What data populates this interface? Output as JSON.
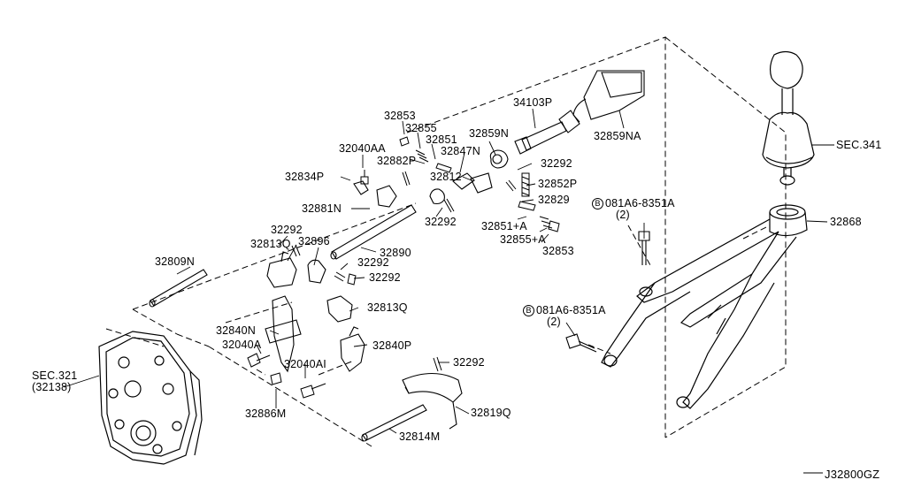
{
  "diagram_id": "J32800GZ",
  "labels": {
    "p32853_top": "32853",
    "p32855_top": "32855",
    "p32851": "32851",
    "p32040AA": "32040AA",
    "p32882P": "32882P",
    "p32847N": "32847N",
    "p32859N": "32859N",
    "p34103P": "34103P",
    "p32859NA": "32859NA",
    "p32834P": "32834P",
    "p32812": "32812",
    "p32292_a": "32292",
    "p32852P": "32852P",
    "p32829": "32829",
    "p32881N": "32881N",
    "p32292_b": "32292",
    "p32851A": "32851+A",
    "p32855A": "32855+A",
    "p32853_bot": "32853",
    "p32292_c": "32292",
    "p32813Q_a": "32813Q",
    "p32896": "32896",
    "p32890": "32890",
    "p32292_d": "32292",
    "p32292_e": "32292",
    "p32809N": "32809N",
    "p32813Q_b": "32813Q",
    "p32840N": "32840N",
    "p32040A": "32040A",
    "p32840P": "32840P",
    "p32040AI": "32040AI",
    "p32292_f": "32292",
    "p32886M": "32886M",
    "p32819Q": "32819Q",
    "p32814M": "32814M",
    "p32868": "32868",
    "sec341": "SEC.341"
  },
  "callouts": {
    "sec321": {
      "line1": "SEC.321",
      "line2": "(32138)"
    },
    "bolt_upper": {
      "mark": "B",
      "line1": "081A6-8351A",
      "line2": "(2)"
    },
    "bolt_lower": {
      "mark": "B",
      "line1": "081A6-8351A",
      "line2": "(2)"
    }
  }
}
